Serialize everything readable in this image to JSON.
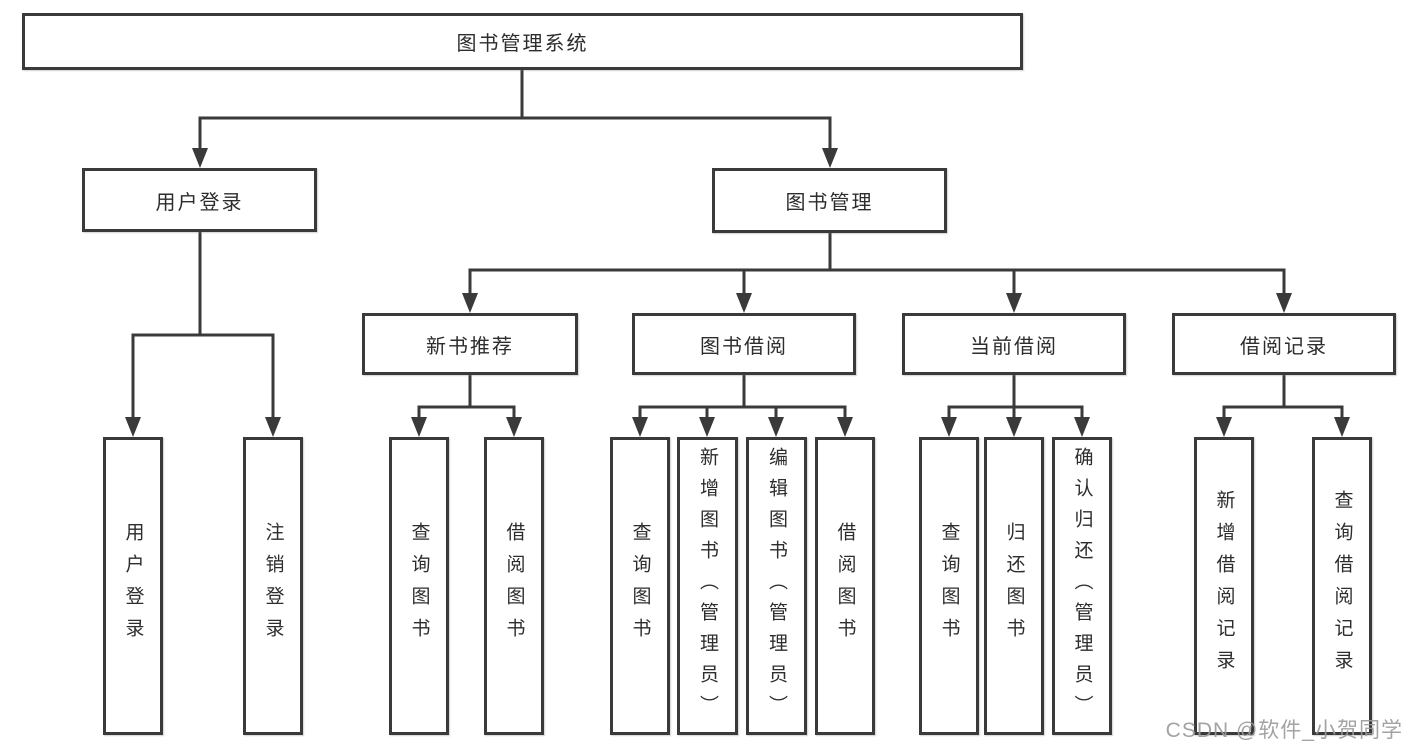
{
  "diagram_title": "图书管理系统",
  "colors": {
    "line": "#3a3a3a",
    "box_border": "#3a3a3a",
    "box_fill": "#ffffff",
    "text": "#2d2d2d",
    "watermark": "#9b9b9b",
    "background": "#ffffff"
  },
  "tree": {
    "root": {
      "label": "图书管理系统",
      "children": [
        {
          "label": "用户登录",
          "children": [
            {
              "label": "用户登录"
            },
            {
              "label": "注销登录"
            }
          ]
        },
        {
          "label": "图书管理",
          "children": [
            {
              "label": "新书推荐",
              "children": [
                {
                  "label": "查询图书"
                },
                {
                  "label": "借阅图书"
                }
              ]
            },
            {
              "label": "图书借阅",
              "children": [
                {
                  "label": "查询图书"
                },
                {
                  "label": "新增图书（管理员）"
                },
                {
                  "label": "编辑图书（管理员）"
                },
                {
                  "label": "借阅图书"
                }
              ]
            },
            {
              "label": "当前借阅",
              "children": [
                {
                  "label": "查询图书"
                },
                {
                  "label": "归还图书"
                },
                {
                  "label": "确认归还（管理员）"
                }
              ]
            },
            {
              "label": "借阅记录",
              "children": [
                {
                  "label": "新增借阅记录"
                },
                {
                  "label": "查询借阅记录"
                }
              ]
            }
          ]
        }
      ]
    }
  },
  "watermark": {
    "text": "CSDN @软件_小贺同学"
  }
}
